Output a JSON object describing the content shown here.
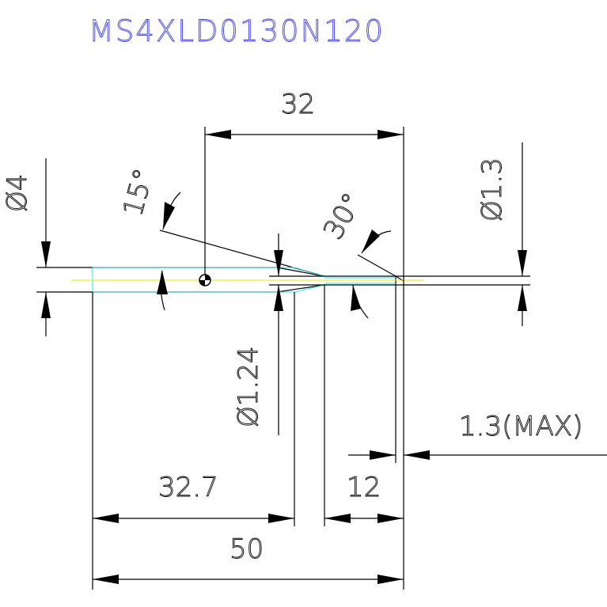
{
  "title": "MS4XLD0130N120",
  "dimensions": {
    "overall_length": "50",
    "shank_length": "32.7",
    "neck_length": "12",
    "top_length": "32",
    "shank_diameter": "Ø4",
    "neck_diameter": "Ø1.24",
    "tip_diameter": "Ø1.3",
    "tip_max": "1.3(MAX)",
    "angle_15": "15°",
    "angle_30": "30°"
  },
  "colors": {
    "line": "#000000",
    "title": "#4040ee",
    "hidden": "#2ee6e6",
    "center": "#e8e800"
  }
}
